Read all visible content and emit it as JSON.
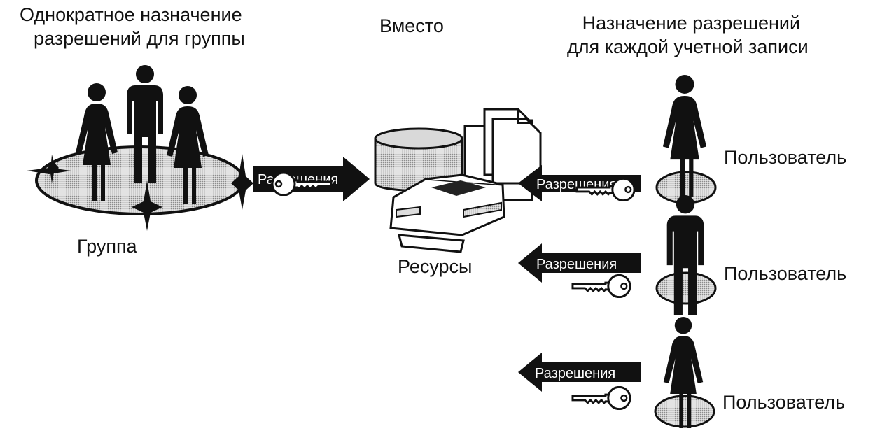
{
  "header": {
    "group_line1": "Однократное назначение",
    "group_line2": "разрешений для группы",
    "instead": "Вместо",
    "accounts_line1": "Назначение разрешений",
    "accounts_line2": "для каждой учетной записи"
  },
  "group": {
    "label": "Группа",
    "arrow_label": "Разрешения"
  },
  "resources": {
    "label": "Ресурсы"
  },
  "users": [
    {
      "label": "Пользователь",
      "arrow_label": "Разрешения",
      "figure": "woman"
    },
    {
      "label": "Пользователь",
      "arrow_label": "Разрешения",
      "figure": "man"
    },
    {
      "label": "Пользователь",
      "arrow_label": "Разрешения",
      "figure": "woman"
    }
  ],
  "icons": [
    "person-icon",
    "star-icon",
    "key-icon",
    "database-icon",
    "folder-icon",
    "printer-icon",
    "arrow-left-icon",
    "arrow-right-icon"
  ],
  "colors": {
    "ink": "#111111",
    "ellipse_fill": "#cfcfcf",
    "arrow_fill": "#111111",
    "arrow_text": "#ffffff"
  }
}
